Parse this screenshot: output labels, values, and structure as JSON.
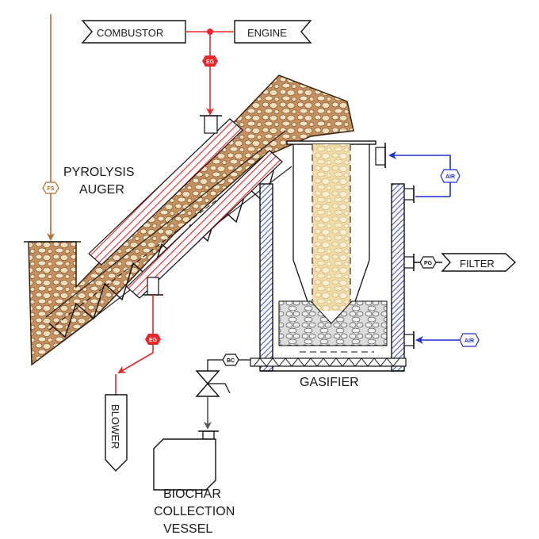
{
  "labels": {
    "pyrolysis_auger": [
      "PYROLYSIS",
      "AUGER"
    ],
    "gasifier": "GASIFIER",
    "biochar_vessel": [
      "BIOCHAR",
      "COLLECTION",
      "VESSEL"
    ]
  },
  "tags": {
    "combustor": "COMBUSTOR",
    "engine": "ENGINE",
    "filter": "FILTER",
    "blower": "BLOWER"
  },
  "markers": {
    "eg_top": "EG",
    "eg_bottom": "EG",
    "fs": "FS",
    "air_top": "AIR",
    "air_bottom": "AIR",
    "pg": "PG",
    "bc": "BC"
  },
  "colors": {
    "exhaust_line": "#e8262b",
    "feedstock_line": "#b46a2c",
    "air_line": "#1e2fd0",
    "biomass_fill": "#c6915f",
    "biomass_light": "#f2dca8",
    "wall_blue": "#3b45c8",
    "hatch_red": "#e8262b"
  }
}
